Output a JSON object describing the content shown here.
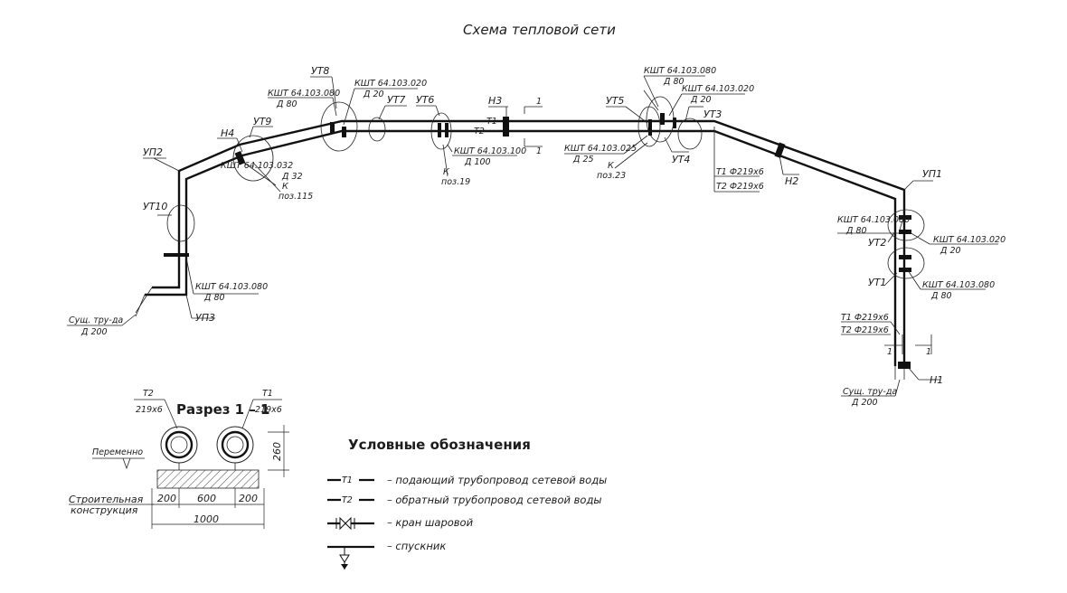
{
  "title": "Схема тепловой сети",
  "nodes": {
    "up1": "УП1",
    "up2": "УП2",
    "up3": "УП3",
    "ut1": "УТ1",
    "ut2": "УТ2",
    "ut3": "УТ3",
    "ut4": "УТ4",
    "ut5": "УТ5",
    "ut6": "УТ6",
    "ut7": "УТ7",
    "ut8": "УТ8",
    "ut9": "УТ9",
    "ut10": "УТ10",
    "n1": "Н1",
    "n2": "Н2",
    "n3": "Н3",
    "n4": "Н4"
  },
  "valves": {
    "ksht080": "КШТ 64.103.080",
    "ksht020": "КШТ 64.103.020",
    "ksht032": "КШТ 64.103.032",
    "ksht100": "КШТ 64.103.100",
    "ksht025": "КШТ 64.103.025",
    "d80": "Д 80",
    "d20": "Д 20",
    "d32": "Д 32",
    "d100": "Д 100",
    "d25": "Д 25",
    "k": "К",
    "poz115": "поз.115",
    "poz19": "поз.19",
    "poz23": "поз.23"
  },
  "pipes": {
    "t1": "Т1",
    "t2": "Т2",
    "t1_size": "Т1  Ф219х6",
    "t2_size": "Т2  Ф219х6",
    "existing": "Сущ. тру-да",
    "existing_d": "Д 200"
  },
  "section_marks": {
    "mark": "1"
  },
  "section": {
    "title": "Разрез 1 – 1",
    "t2": "Т2",
    "t2_size": "219х6",
    "t1": "Т1",
    "t1_size": "219х6",
    "variable": "Переменно",
    "structure_line1": "Строительная",
    "structure_line2": "конструкция",
    "dim_200a": "200",
    "dim_600": "600",
    "dim_200b": "200",
    "dim_1000": "1000",
    "dim_260": "260"
  },
  "legend": {
    "title": "Условные обозначения",
    "items": [
      {
        "symbol": "Т1",
        "text": "– подающий трубопровод сетевой воды"
      },
      {
        "symbol": "Т2",
        "text": "– обратный трубопровод сетевой воды"
      },
      {
        "symbol": "",
        "text": "– кран шаровой"
      },
      {
        "symbol": "",
        "text": "– спускник"
      }
    ]
  }
}
